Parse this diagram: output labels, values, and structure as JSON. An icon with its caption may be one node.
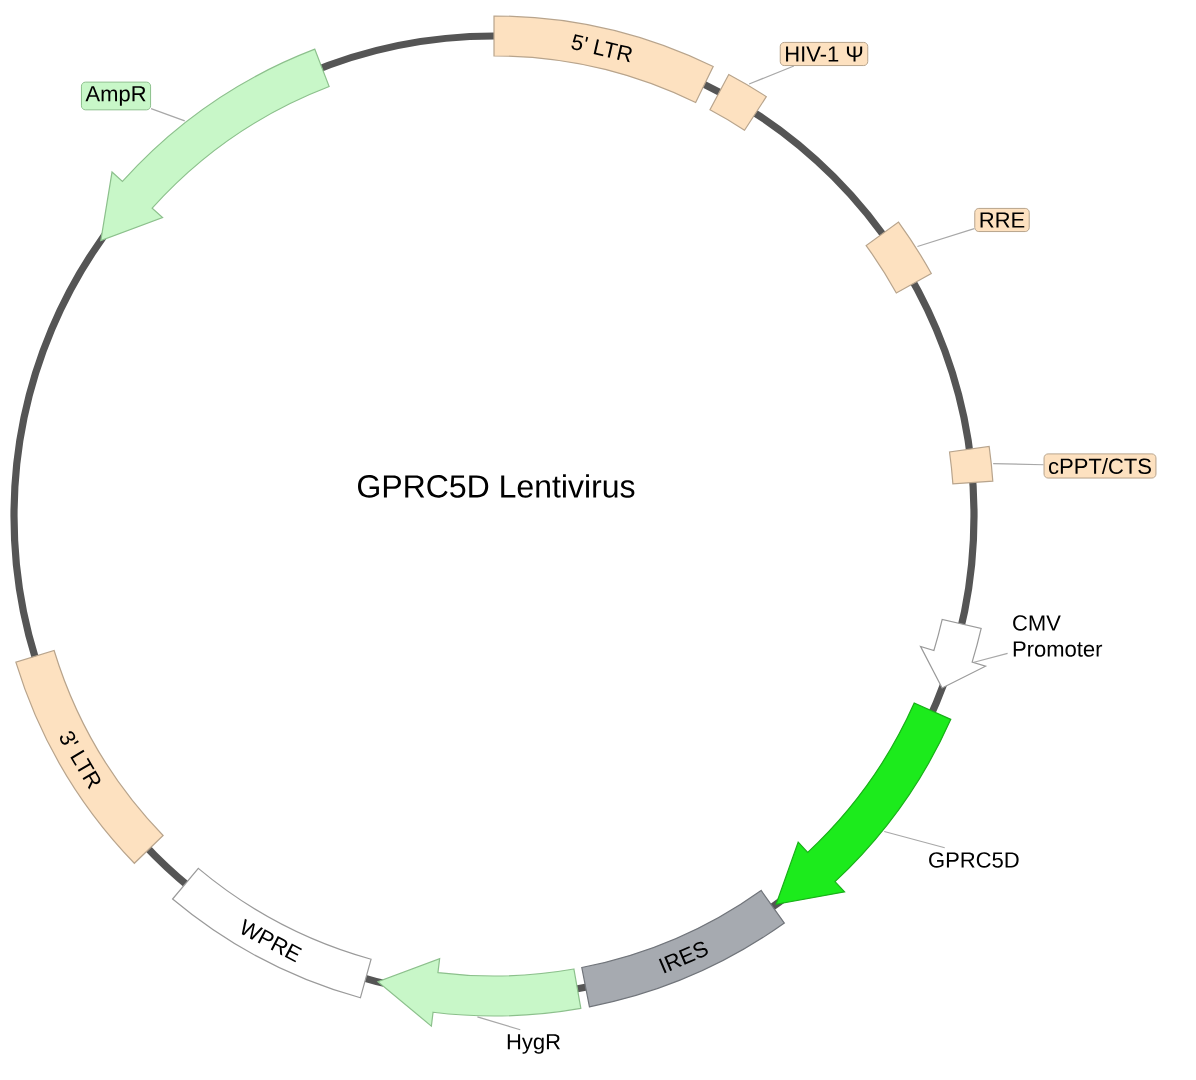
{
  "diagram": {
    "title": "GPRC5D Lentivirus",
    "nodes": [
      {
        "text": [
          "AmpR"
        ]
      },
      {
        "text": [],
        "shape": "arrow"
      },
      {
        "text": [
          "5' LTR"
        ]
      },
      {
        "text": [],
        "shape": "box"
      },
      {
        "text": [
          "HIV-1 Ψ"
        ]
      },
      {
        "text": [],
        "shape": "box"
      },
      {
        "text": [
          "RRE"
        ]
      },
      {
        "text": [],
        "shape": "box"
      },
      {
        "text": [
          "cPPT/CTS"
        ]
      },
      {
        "text": [],
        "shape": "arrow"
      },
      {
        "text": [
          "CMV Promoter"
        ]
      },
      {
        "text": [],
        "shape": "arrow"
      },
      {
        "text": [
          "GPRC5D"
        ]
      },
      {
        "text": [
          "IRES"
        ]
      },
      {
        "text": [],
        "shape": "arrow"
      },
      {
        "text": [
          "HygR"
        ]
      },
      {
        "text": [
          "WPRE"
        ]
      },
      {
        "text": [
          "3' LTR"
        ]
      }
    ],
    "edges": [
      {
        "from": 0,
        "to": 1,
        "arrow": "none"
      },
      {
        "from": 4,
        "to": 3,
        "arrow": "none"
      },
      {
        "from": 6,
        "to": 5,
        "arrow": "none"
      },
      {
        "from": 8,
        "to": 7,
        "arrow": "none"
      },
      {
        "from": 10,
        "to": 9,
        "arrow": "none"
      },
      {
        "from": 12,
        "to": 11,
        "arrow": "none"
      },
      {
        "from": 15,
        "to": 14,
        "arrow": "none"
      }
    ]
  }
}
